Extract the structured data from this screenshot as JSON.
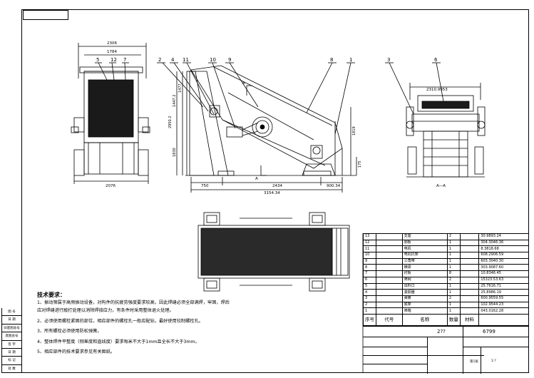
{
  "notes": {
    "title": "技术要求：",
    "items": [
      "1、振动筛属于高频振动设备，对构件的抗疲劳强度要求较高，因此焊缝必须全部满焊，牢固，焊后",
      "应对焊缝进行敲打处理以消除焊接应力，有条件时采用整体退火处理。",
      "2、必须使用螺栓紧固的部位，相应部件的螺栓孔一般应配钻，最好使用铰制螺栓孔。",
      "3、所有螺栓必须使用防松弹簧。",
      "4、整体焊件平整度（侧差度和直线度）要求每米不大于1mm且全长不大于3mm。",
      "5、相应部件的技术要求参见有关图纸。"
    ]
  },
  "views": {
    "side_left_dims": {
      "top1": "2306",
      "top2": "1784",
      "bottom": "2076"
    },
    "main_dims": {
      "d1": "750",
      "d2": "2434",
      "d3": "900.34",
      "total": "3154.34",
      "h1": "1819",
      "h2": "1830",
      "h3": "2950.2",
      "h4": "1447.2",
      "h5": "1477",
      "h6": "175"
    },
    "right_dims": {
      "top": "2310.9953"
    },
    "section_label": "A—A",
    "arrow_label_a1": "A",
    "arrow_label_a2": "A",
    "callouts_left": [
      "5",
      "12",
      "7"
    ],
    "callouts_main": [
      "2",
      "4",
      "11",
      "10",
      "9",
      "8",
      "1"
    ],
    "callouts_right": [
      "3",
      "6"
    ]
  },
  "bom": {
    "rows": [
      {
        "no": "13",
        "name": "支座",
        "qty": "2",
        "spec": "30.9893.24"
      },
      {
        "no": "12",
        "name": "侧板",
        "qty": "1",
        "spec": "304.3046.36"
      },
      {
        "no": "11",
        "name": "电机",
        "qty": "1",
        "spec": "8.3818.68"
      },
      {
        "no": "10",
        "name": "电机托架",
        "qty": "1",
        "spec": "608.2906.59"
      },
      {
        "no": "9",
        "name": "三角带",
        "qty": "1",
        "spec": "603.3040.30"
      },
      {
        "no": "8",
        "name": "横梁",
        "qty": "1",
        "spec": "303.9087.60"
      },
      {
        "no": "7",
        "name": "衬板",
        "qty": "8",
        "spec": "10.8346.45"
      },
      {
        "no": "6",
        "name": "筛网",
        "qty": "2",
        "spec": "15323.53.63"
      },
      {
        "no": "5",
        "name": "出料口",
        "qty": "1",
        "spec": "25.7616.71"
      },
      {
        "no": "4",
        "name": "激振器",
        "qty": "1",
        "spec": "25.8986.19"
      },
      {
        "no": "3",
        "name": "弹簧",
        "qty": "2",
        "spec": "600.9559.55"
      },
      {
        "no": "2",
        "name": "底架",
        "qty": "1",
        "spec": "102.9544.23"
      },
      {
        "no": "1",
        "name": "筛箱",
        "qty": "1",
        "spec": "043.0162.28"
      }
    ],
    "header": {
      "no": "序号",
      "code": "代号",
      "name": "名称",
      "qty": "数量",
      "material": "材料"
    }
  },
  "title_block": {
    "drawing_title": "2??",
    "code": "6799",
    "scale_label": "1:?",
    "sheet": "第1张"
  },
  "side_strip": [
    "图 号",
    "日 期",
    "旧底图总号",
    "底图总号",
    "签 字",
    "日 期",
    "标 记",
    "处 数"
  ]
}
